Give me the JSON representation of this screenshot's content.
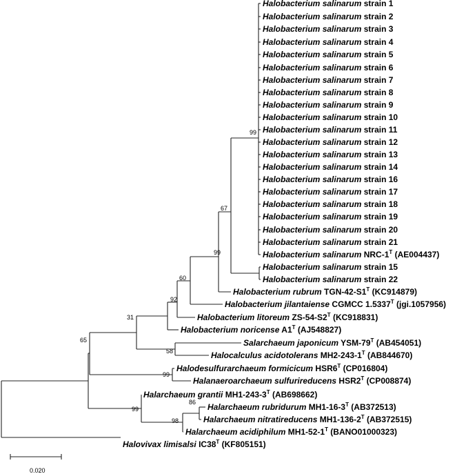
{
  "tree": {
    "leaves": [
      {
        "id": "s1",
        "species": "Halobacterium salinarum",
        "rest": " strain 1"
      },
      {
        "id": "s2",
        "species": "Halobacterium salinarum",
        "rest": " strain 2"
      },
      {
        "id": "s3",
        "species": "Halobacterium salinarum",
        "rest": " strain 3"
      },
      {
        "id": "s4",
        "species": "Halobacterium salinarum",
        "rest": " strain 4"
      },
      {
        "id": "s5",
        "species": "Halobacterium salinarum",
        "rest": " strain 5"
      },
      {
        "id": "s6",
        "species": "Halobacterium salinarum",
        "rest": " strain 6"
      },
      {
        "id": "s7",
        "species": "Halobacterium salinarum",
        "rest": " strain 7"
      },
      {
        "id": "s8",
        "species": "Halobacterium salinarum",
        "rest": " strain 8"
      },
      {
        "id": "s9",
        "species": "Halobacterium salinarum",
        "rest": " strain 9"
      },
      {
        "id": "s10",
        "species": "Halobacterium salinarum",
        "rest": " strain 10"
      },
      {
        "id": "s11",
        "species": "Halobacterium salinarum",
        "rest": " strain 11"
      },
      {
        "id": "s12",
        "species": "Halobacterium salinarum",
        "rest": " strain 12"
      },
      {
        "id": "s13",
        "species": "Halobacterium salinarum",
        "rest": " strain 13"
      },
      {
        "id": "s14",
        "species": "Halobacterium salinarum",
        "rest": " strain 14"
      },
      {
        "id": "s16",
        "species": "Halobacterium salinarum",
        "rest": " strain 16"
      },
      {
        "id": "s17",
        "species": "Halobacterium salinarum",
        "rest": " strain 17"
      },
      {
        "id": "s18",
        "species": "Halobacterium salinarum",
        "rest": " strain 18"
      },
      {
        "id": "s19",
        "species": "Halobacterium salinarum",
        "rest": " strain 19"
      },
      {
        "id": "s20",
        "species": "Halobacterium salinarum",
        "rest": " strain 20"
      },
      {
        "id": "s21",
        "species": "Halobacterium salinarum",
        "rest": " strain 21"
      },
      {
        "id": "nrc1",
        "species": "Halobacterium salinarum",
        "rest": " NRC-1",
        "sup": "T",
        "acc": " (AE004437)"
      },
      {
        "id": "s15",
        "species": "Halobacterium salinarum",
        "rest": " strain 15"
      },
      {
        "id": "s22",
        "species": "Halobacterium salinarum",
        "rest": " strain 22"
      },
      {
        "id": "rubrum",
        "species": "Halobacterium rubrum",
        "rest": " TGN-42-S1",
        "sup": "T",
        "acc": " (KC914879)"
      },
      {
        "id": "jilant",
        "species": "Halobacterium jilantaiense",
        "rest": " CGMCC 1.5337",
        "sup": "T",
        "acc": " (jgi.1057956)"
      },
      {
        "id": "litor",
        "species": "Halobacterium litoreum",
        "rest": " ZS-54-S2",
        "sup": "T",
        "acc": " (KC918831)"
      },
      {
        "id": "noric",
        "species": "Halobacterium noricense",
        "rest": " A1",
        "sup": "T",
        "acc": " (AJ548827)"
      },
      {
        "id": "salarch",
        "species": "Salarchaeum japonicum",
        "rest": " YSM-79",
        "sup": "T",
        "acc": " (AB454051)"
      },
      {
        "id": "halocalc",
        "species": "Halocalculus acidotolerans",
        "rest": " MH2-243-1",
        "sup": "T",
        "acc": " (AB844670)"
      },
      {
        "id": "halodes",
        "species": "Halodesulfurarchaeum formicicum",
        "rest": " HSR6",
        "sup": "T",
        "acc": " (CP016804)"
      },
      {
        "id": "halanaer",
        "species": "Halanaeroarchaeum sulfurireducens",
        "rest": " HSR2",
        "sup": "T",
        "acc": " (CP008874)"
      },
      {
        "id": "grantii",
        "species": "Halarchaeum grantii",
        "rest": " MH1-243-3",
        "sup": "T",
        "acc": " (AB698662)"
      },
      {
        "id": "rubrid",
        "species": "Halarchaeum rubridurum",
        "rest": " MH1-16-3",
        "sup": "T",
        "acc": " (AB372513)"
      },
      {
        "id": "nitrat",
        "species": "Halarchaeum nitratireducens",
        "rest": " MH1-136-2",
        "sup": "T",
        "acc": " (AB372515)"
      },
      {
        "id": "acidi",
        "species": "Halarchaeum acidiphilum",
        "rest": " MH1-52-1",
        "sup": "T",
        "acc": " (BANO01000323)"
      },
      {
        "id": "halov",
        "species": "Halovivax limisalsi",
        "rest": " IC38",
        "sup": "T",
        "acc": " (KF805151)"
      }
    ],
    "bootstrap": {
      "n_salinarum_core": "99",
      "n_salinarum_all": "67",
      "n_plus_rubrum": "99",
      "n_plus_jilant": "60",
      "n_plus_litor": "92",
      "n_halobacterium_salarch": "31",
      "n_salarch_halocalc": "58",
      "n_ingroup": "65",
      "n_sulfur": "99",
      "n_halarchaeum": "99",
      "n_rubrid_nitrat": "86",
      "n_rub_nit_acidi": "98"
    },
    "scale_bar": "0.020"
  }
}
